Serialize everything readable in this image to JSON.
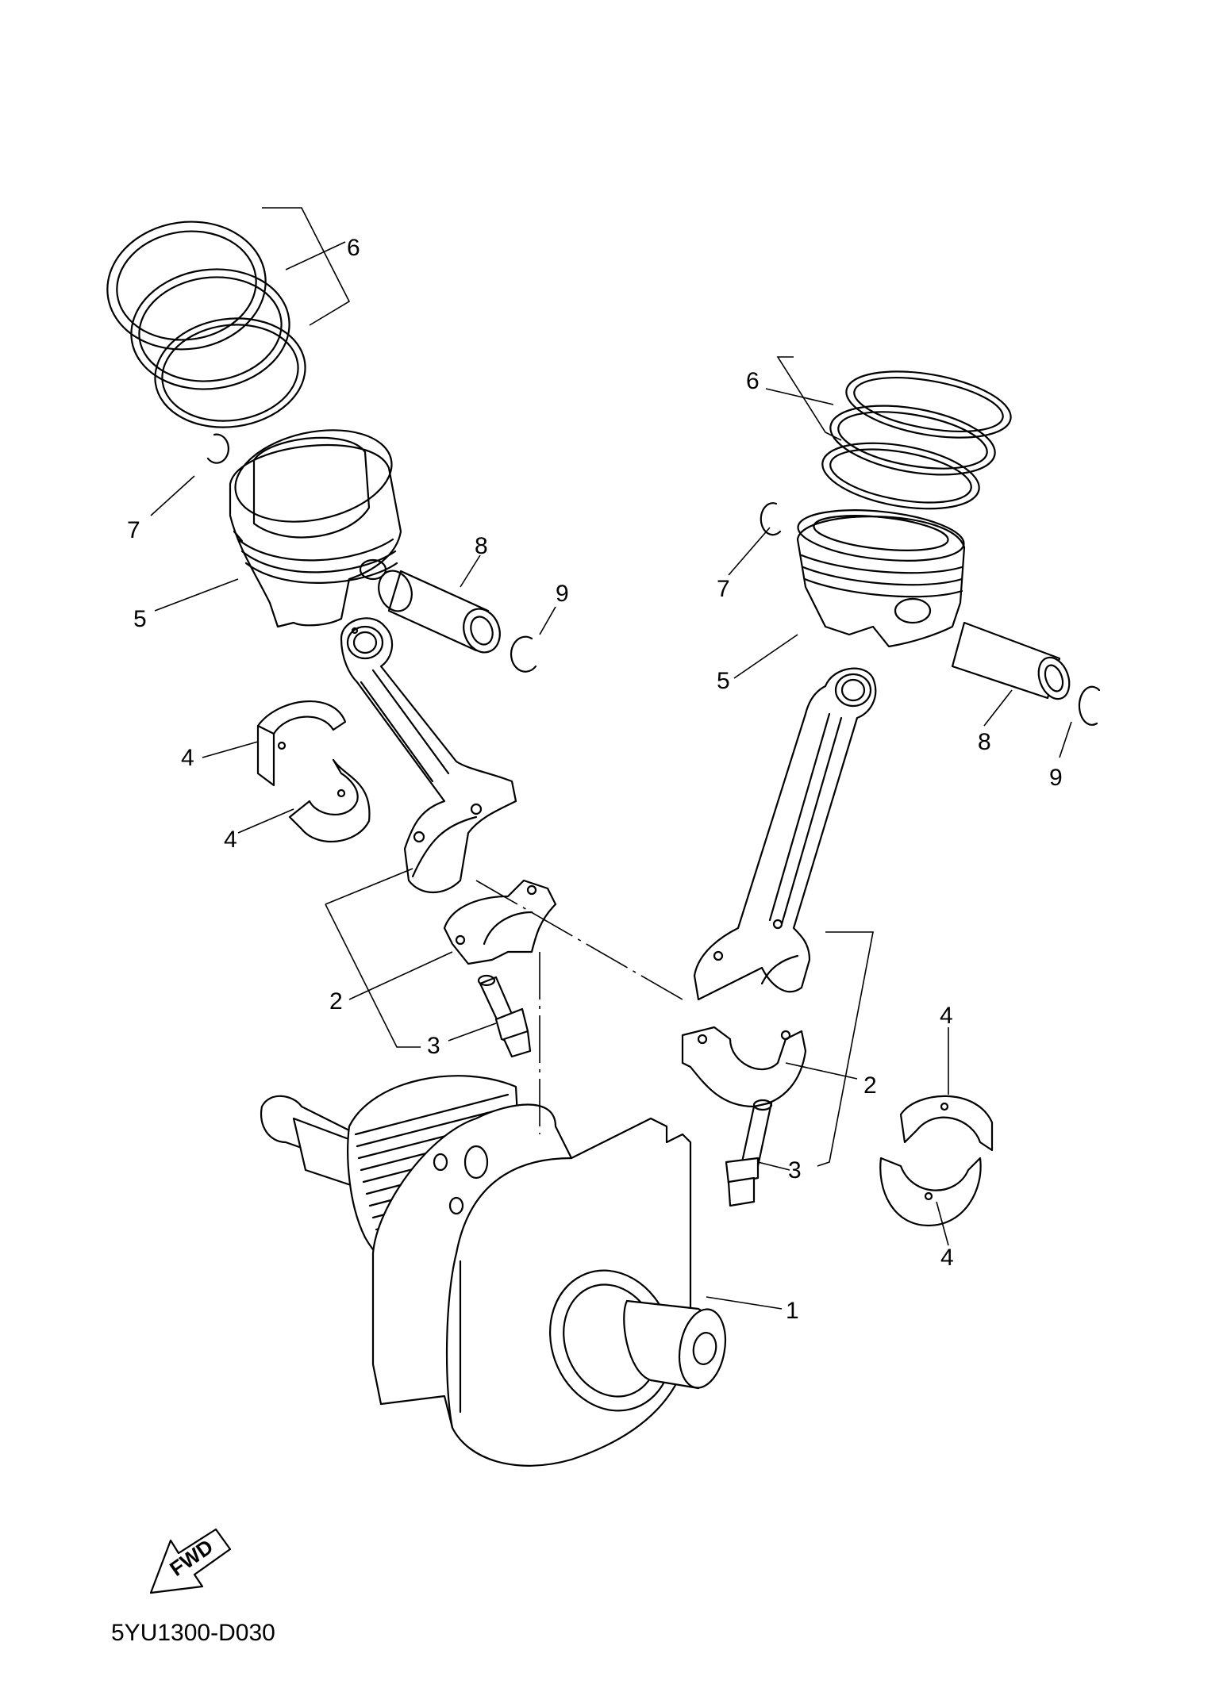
{
  "diagram": {
    "code": "5YU1300-D030",
    "fwd_label": "FWD",
    "callouts": {
      "c1": "1",
      "c2a": "2",
      "c2b": "2",
      "c3a": "3",
      "c3b": "3",
      "c4a": "4",
      "c4b": "4",
      "c4c": "4",
      "c4d": "4",
      "c5a": "5",
      "c5b": "5",
      "c6a": "6",
      "c6b": "6",
      "c7a": "7",
      "c7b": "7",
      "c8a": "8",
      "c8b": "8",
      "c9a": "9",
      "c9b": "9"
    }
  }
}
